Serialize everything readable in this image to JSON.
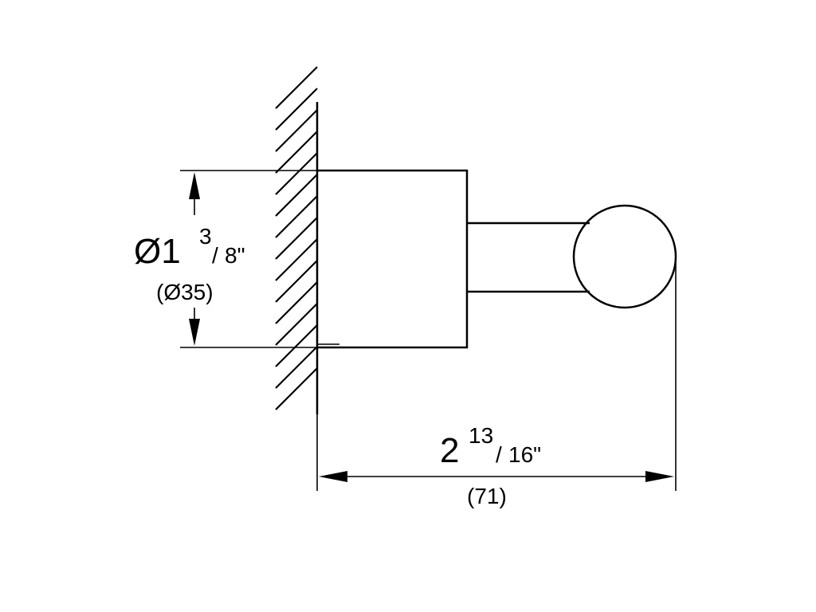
{
  "dimensions": {
    "diameter": {
      "symbol": "Ø1",
      "numerator": "3",
      "slash": "/",
      "denominator": "8\"",
      "metric": "(Ø35)"
    },
    "length": {
      "whole": "2",
      "numerator": "13",
      "slash": "/",
      "denominator": "16\"",
      "metric": "(71)"
    }
  },
  "colors": {
    "line": "#000000",
    "background": "#ffffff"
  }
}
